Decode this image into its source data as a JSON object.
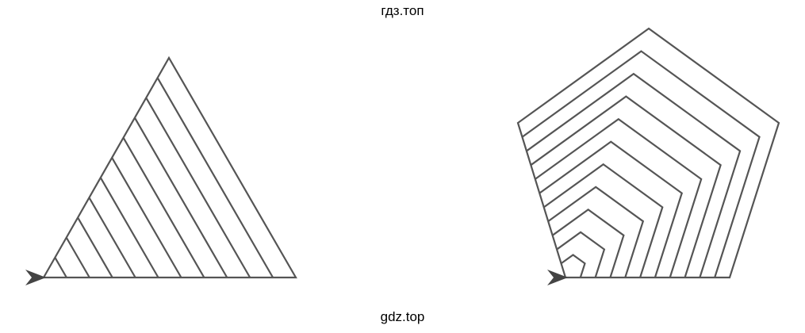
{
  "watermarks": {
    "top": "гдз.топ",
    "bottom": "gdz.top"
  },
  "figures": [
    {
      "name": "triangle-hatched",
      "shape": "triangle",
      "fill_pattern": "parallel-lines",
      "start_marker": "arrowhead"
    },
    {
      "name": "pentagon-spiral",
      "shape": "pentagon",
      "fill_pattern": "nested-spiral",
      "start_marker": "arrowhead"
    }
  ],
  "colors": {
    "line": "#555555",
    "arrow": "#444444",
    "background": "#ffffff"
  }
}
